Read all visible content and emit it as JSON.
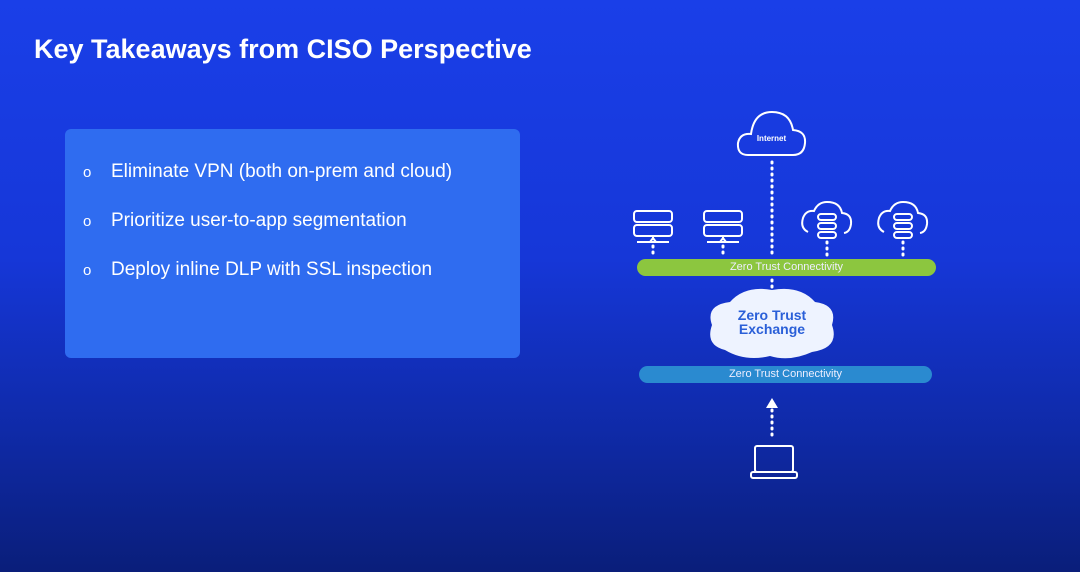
{
  "title": "Key Takeaways from CISO Perspective",
  "takeaways": [
    {
      "bullet": "o",
      "text": "Eliminate VPN (both on-prem and cloud)"
    },
    {
      "bullet": "o",
      "text": "Prioritize user-to-app segmentation"
    },
    {
      "bullet": "o",
      "text": "Deploy inline DLP with SSL inspection"
    }
  ],
  "diagram": {
    "internet_label": "Internet",
    "top_bar_label": "Zero Trust Connectivity",
    "exchange_label_line1": "Zero Trust",
    "exchange_label_line2": "Exchange",
    "bottom_bar_label": "Zero Trust Connectivity",
    "colors": {
      "top_bar": "#8cc63f",
      "bottom_bar": "#2a8ad0",
      "exchange_text": "#2a5fd8"
    }
  }
}
